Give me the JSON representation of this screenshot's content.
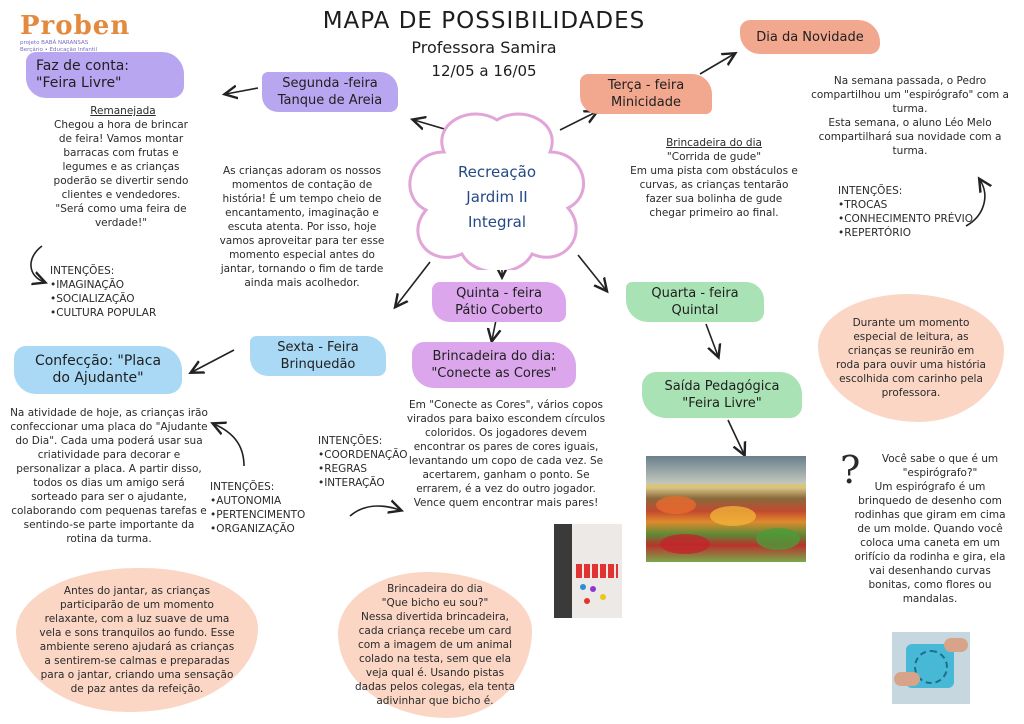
{
  "logo": {
    "name": "Proben",
    "tagline_1": "projeto BABÁ NARANSAS",
    "tagline_2": "Berçário • Educação Infantil"
  },
  "header": {
    "title": "MAPA DE POSSIBILIDADES",
    "teacher": "Professora  Samira",
    "dates": "12/05 a 16/05"
  },
  "center": {
    "line1": "Recreação",
    "line2": "Jardim II",
    "line3": "Integral"
  },
  "monday": {
    "day_line1": "Segunda -feira",
    "day_line2": "Tanque de Areia",
    "activity_line1": "Faz de conta:",
    "activity_line2": "\"Feira Livre\"",
    "note": "Remanejada",
    "text": "Chegou a hora de brincar de feira! Vamos montar barracas com frutas e legumes e as crianças poderão se divertir sendo clientes e vendedores.\n\"Será como uma feira de verdade!\"",
    "intentions_title": "INTENÇÕES:",
    "intentions": [
      "•IMAGINAÇÃO",
      "•SOCIALIZAÇÃO",
      "•CULTURA POPULAR"
    ],
    "story_text": "As crianças adoram os nossos momentos de contação de história! É um tempo cheio de encantamento, imaginação e escuta atenta. Por isso, hoje vamos aproveitar para ter esse momento especial antes do jantar, tornando o fim de tarde ainda mais acolhedor."
  },
  "tuesday": {
    "day_line1": "Terça - feira",
    "day_line2": "Minicidade",
    "activity_title": "Brincadeira do dia",
    "activity_name": "\"Corrida de gude\"",
    "text": "Em uma pista com obstáculos e curvas, as crianças tentarão fazer sua bolinha de gude chegar primeiro ao final.",
    "novelty_label": "Dia da Novidade",
    "novelty_text": "Na semana passada, o Pedro compartilhou um \"espirógrafo\" com a turma.\nEsta semana, o aluno Léo Melo compartilhará sua novidade com a turma.",
    "intentions_title": "INTENÇÕES:",
    "intentions": [
      "•TROCAS",
      "•CONHECIMENTO PRÉVIO",
      "•REPERTÓRIO"
    ]
  },
  "wednesday": {
    "day_line1": "Quarta - feira",
    "day_line2": "Quintal",
    "reading_text": "Durante um momento especial de leitura, as crianças se reunirão em roda para ouvir uma história escolhida com carinho pela professora.",
    "outing_line1": "Saída Pedagógica",
    "outing_line2": "\"Feira Livre\"",
    "question": "Você sabe o que é um \"espirógrafo?\"",
    "answer": "Um espirógrafo é um brinquedo de desenho com rodinhas que giram em cima de um molde. Quando você coloca uma caneta em um orifício da rodinha e gira, ela vai desenhando curvas bonitas, como flores ou mandalas."
  },
  "thursday": {
    "day_line1": "Quinta - feira",
    "day_line2": "Pátio Coberto",
    "activity_line1": "Brincadeira do dia:",
    "activity_line2": "\"Conecte as Cores\"",
    "text": "Em \"Conecte as Cores\", vários copos virados para baixo escondem círculos coloridos. Os jogadores devem encontrar os pares de cores iguais, levantando um copo de cada vez. Se acertarem, ganham o ponto. Se errarem, é a vez do outro jogador. Vence quem encontrar mais pares!",
    "intentions_title": "INTENÇÕES:",
    "intentions": [
      "•COORDENAÇÃO",
      "•REGRAS",
      "•INTERAÇÃO"
    ],
    "game_title": "Brincadeira do dia",
    "game_name": "\"Que bicho eu sou?\"",
    "game_text": "Nessa divertida brincadeira, cada criança recebe um card com a imagem de um animal colado na testa, sem que ela veja qual é. Usando pistas dadas pelos colegas, ela tenta adivinhar que bicho é."
  },
  "friday": {
    "day_line1": "Sexta - Feira",
    "day_line2": "Brinquedão",
    "activity_line1": "Confecção: \"Placa",
    "activity_line2": "do Ajudante\"",
    "text": "Na atividade de hoje, as crianças irão confeccionar uma placa do \"Ajudante do Dia\". Cada uma poderá usar sua criatividade para decorar e personalizar a placa. A partir disso, todos os dias um amigo será sorteado para ser o ajudante, colaborando com pequenas tarefas e sentindo-se parte importante da rotina da turma.",
    "intentions_title": "INTENÇÕES:",
    "intentions": [
      "•AUTONOMIA",
      "•PERTENCIMENTO",
      "•ORGANIZAÇÃO"
    ],
    "dinner_text": "Antes do jantar, as crianças participarão de um momento relaxante, com a luz suave de uma vela e sons tranquilos ao fundo. Esse ambiente sereno ajudará as crianças a sentirem-se calmas e preparadas para o jantar, criando uma sensação de paz antes da refeição."
  },
  "colors": {
    "purple": "#b9a6f0",
    "salmon": "#f2a78f",
    "green": "#a9e2b4",
    "blue": "#a9d9f5",
    "peach": "#fbd6c5",
    "center_border": "#e2a5d8",
    "center_text": "#244a86"
  }
}
